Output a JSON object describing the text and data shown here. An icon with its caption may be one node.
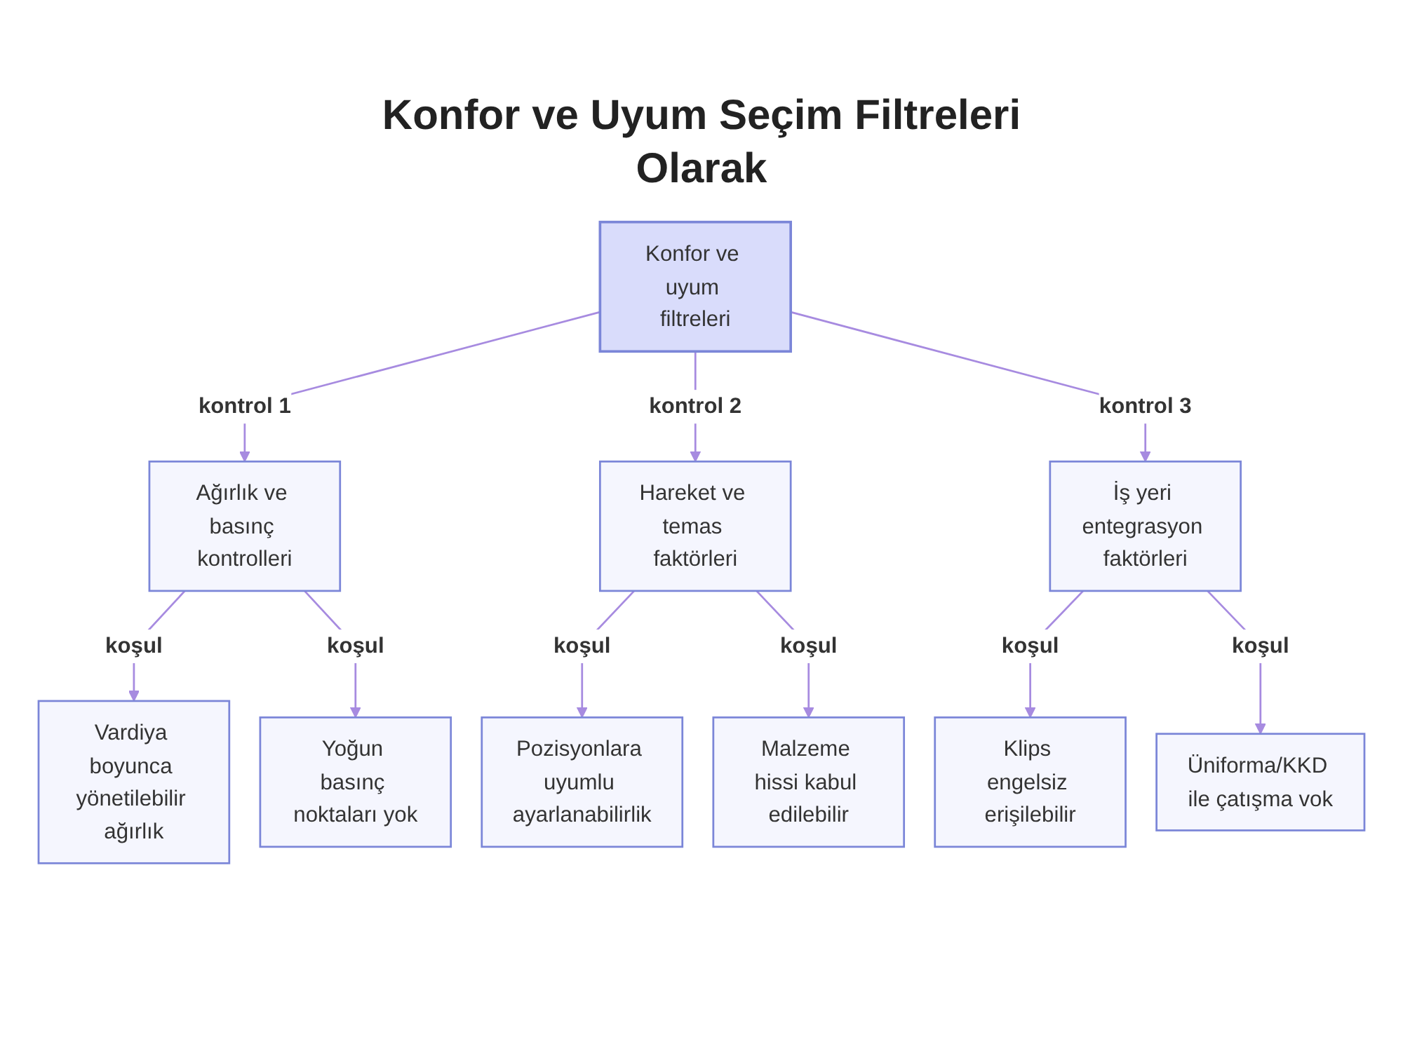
{
  "diagram": {
    "title": "Konfor ve Uyum Seçim Filtreleri Olarak",
    "nodes": [
      {
        "text": [
          "Konfor ve uyum filtreleri"
        ]
      },
      {
        "text": [
          "Ağırlık ve basınç kontrolleri"
        ]
      },
      {
        "text": [
          "Hareket ve temas faktörleri"
        ]
      },
      {
        "text": [
          "İş yeri entegrasyon faktörleri"
        ]
      },
      {
        "text": [
          "Vardiya boyunca yönetilebilir ağırlık"
        ]
      },
      {
        "text": [
          "Yoğun basınç noktaları yok"
        ]
      },
      {
        "text": [
          "Pozisyonlara uyumlu ayarlanabilirlik"
        ]
      },
      {
        "text": [
          "Malzeme hissi kabul edilebilir"
        ]
      },
      {
        "text": [
          "Klips engelsiz erişilebilir"
        ]
      },
      {
        "text": [
          "Üniforma/KKD ile çatışma vok"
        ]
      }
    ],
    "edges": [
      {
        "from": 0,
        "to": 1,
        "arrow": "to",
        "label": "kontrol 1"
      },
      {
        "from": 0,
        "to": 2,
        "arrow": "to",
        "label": "kontrol 2"
      },
      {
        "from": 0,
        "to": 3,
        "arrow": "to",
        "label": "kontrol 3"
      },
      {
        "from": 1,
        "to": 4,
        "arrow": "to",
        "label": "koşul"
      },
      {
        "from": 1,
        "to": 5,
        "arrow": "to",
        "label": "koşul"
      },
      {
        "from": 2,
        "to": 6,
        "arrow": "to",
        "label": "koşul"
      },
      {
        "from": 2,
        "to": 7,
        "arrow": "to",
        "label": "koşul"
      },
      {
        "from": 3,
        "to": 8,
        "arrow": "to",
        "label": "koşul"
      },
      {
        "from": 3,
        "to": 9,
        "arrow": "to",
        "label": "koşul"
      }
    ]
  }
}
